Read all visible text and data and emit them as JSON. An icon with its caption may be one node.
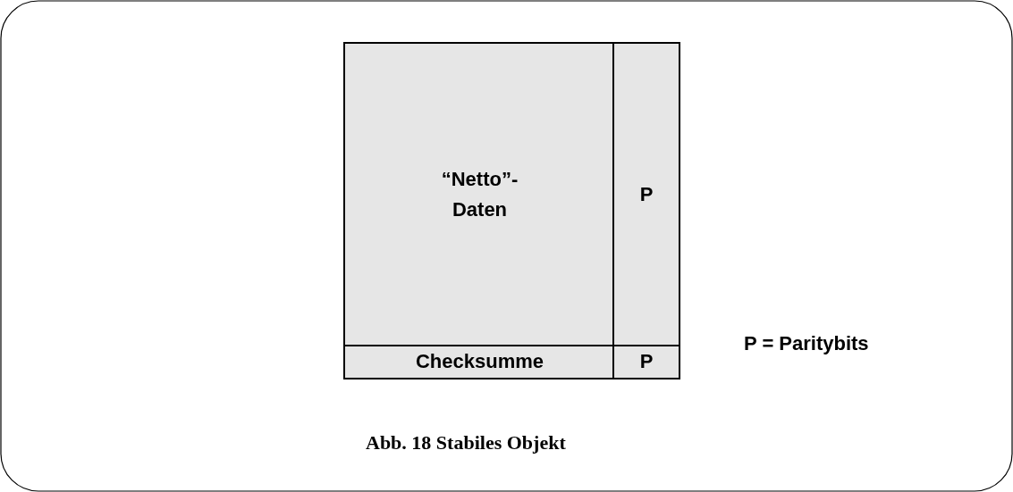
{
  "diagram": {
    "caption": "Abb. 18 Stabiles Objekt",
    "nodes": [
      {
        "text": [
          "“Netto”- Daten"
        ]
      },
      {
        "text": [
          "P"
        ]
      },
      {
        "text": [
          "Checksumme"
        ]
      },
      {
        "text": [
          "P"
        ]
      }
    ],
    "labels": [
      "P = Paritybits"
    ]
  }
}
